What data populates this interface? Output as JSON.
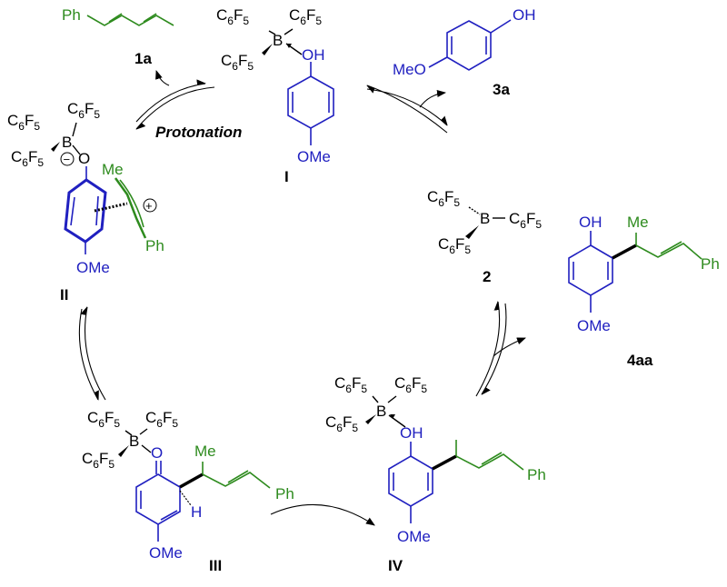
{
  "formulas": {
    "c6f5_base": "C",
    "c6f5_6": "6",
    "c6f5_f": "F",
    "c6f5_5": "5"
  },
  "atoms": {
    "boron": "B",
    "oh": "OH",
    "o": "O",
    "ome": "OMe",
    "meo": "MeO",
    "ph": "Ph",
    "me": "Me",
    "h": "H",
    "minus": "−",
    "plus": "+"
  },
  "compounds": {
    "diene": "1a",
    "phenol": "3a",
    "borane": "2",
    "product": "4aa",
    "int1": "I",
    "int2": "II",
    "int3": "III",
    "int4": "IV"
  },
  "annotations": {
    "step": "Protonation"
  },
  "colors": {
    "black": "#000000",
    "blue": "#2020c0",
    "green": "#2e8b1e"
  }
}
